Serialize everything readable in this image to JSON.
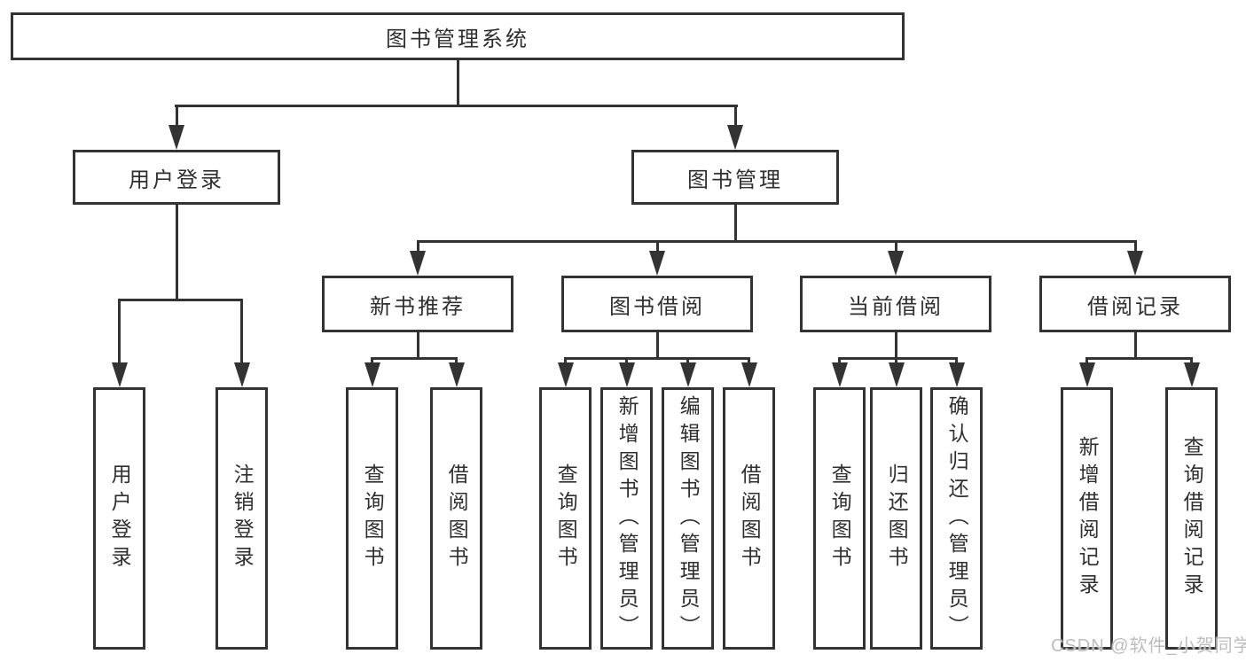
{
  "nodes": {
    "root": "图书管理系统",
    "user_login": "用户登录",
    "book_mgmt": "图书管理",
    "new_books": "新书推荐",
    "book_borrow": "图书借阅",
    "current_borrow": "当前借阅",
    "borrow_records": "借阅记录",
    "user_login_children": [
      "用户登录",
      "注销登录"
    ],
    "new_books_children": [
      "查询图书",
      "借阅图书"
    ],
    "book_borrow_children": [
      "查询图书",
      "新增图书（管理员）",
      "编辑图书（管理员）",
      "借阅图书"
    ],
    "current_borrow_children": [
      "查询图书",
      "归还图书",
      "确认归还（管理员）"
    ],
    "borrow_records_children": [
      "新增借阅记录",
      "查询借阅记录"
    ]
  },
  "watermark": "CSDN @软件_小贺同学",
  "colors": {
    "line": "#333333",
    "text": "#2f2f2f",
    "watermark": "#bdbdbd",
    "background": "#ffffff"
  }
}
